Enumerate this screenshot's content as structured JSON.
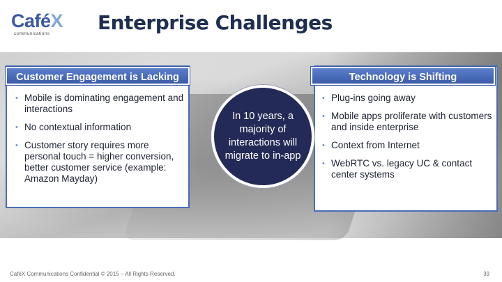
{
  "logo": {
    "main": "Café",
    "x": "X",
    "sub": "communications"
  },
  "title": "Enterprise Challenges",
  "left_panel": {
    "heading": "Customer Engagement is Lacking",
    "bullets": [
      "Mobile is dominating engagement and interactions",
      "No contextual information",
      "Customer story requires more personal touch = higher conversion, better customer service (example: Amazon Mayday)"
    ]
  },
  "right_panel": {
    "heading": "Technology is Shifting",
    "bullets": [
      "Plug-ins going away",
      "Mobile apps proliferate with customers and inside enterprise",
      "Context from Internet",
      "WebRTC vs. legacy UC & contact center systems"
    ]
  },
  "center_circle": {
    "text": "In 10 years, a majority of interactions will migrate to in-app"
  },
  "footer": {
    "confidential": "CaféX Communications Confidential © 2015 – All Rights Reserved.",
    "page_number": "39"
  },
  "colors": {
    "accent_blue": "#4a6cb8",
    "circle_navy": "#232a57",
    "title_navy": "#1f2f52"
  }
}
